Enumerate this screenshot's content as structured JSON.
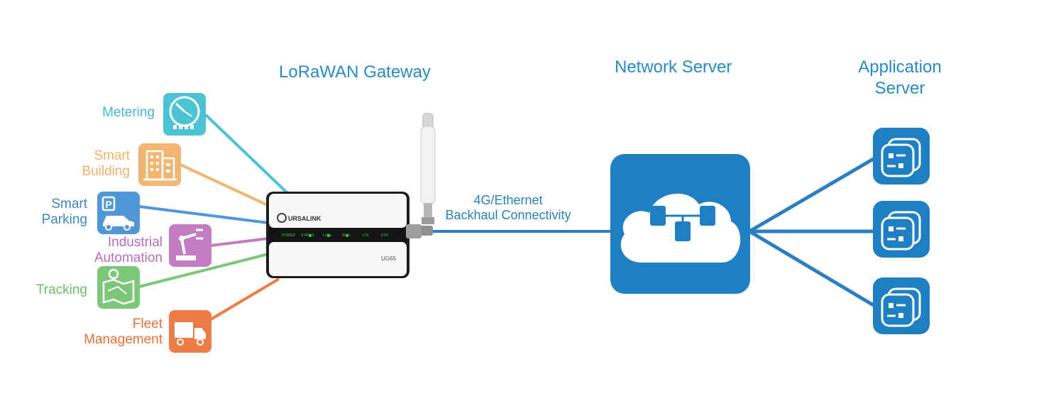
{
  "headings": {
    "gateway": "LoRaWAN Gateway",
    "network_server": "Network Server",
    "application_server_line1": "Application",
    "application_server_line2": "Server"
  },
  "backhaul": {
    "line1": "4G/Ethernet",
    "line2": "Backhaul Connectivity"
  },
  "applications": [
    {
      "label": [
        "Metering"
      ],
      "icon": "meter-icon",
      "color": "#4cc3d5"
    },
    {
      "label": [
        "Smart",
        "Building"
      ],
      "icon": "building-icon",
      "color": "#f1b772"
    },
    {
      "label": [
        "Smart",
        "Parking"
      ],
      "icon": "parking-icon",
      "color": "#4f97d6"
    },
    {
      "label": [
        "Industrial",
        "Automation"
      ],
      "icon": "robot-arm-icon",
      "color": "#c47cc1"
    },
    {
      "label": [
        "Tracking"
      ],
      "icon": "map-icon",
      "color": "#7cc77a"
    },
    {
      "label": [
        "Fleet",
        "Management"
      ],
      "icon": "truck-icon",
      "color": "#ec7d46"
    }
  ],
  "gateway_device": {
    "brand": "URSALINK",
    "model": "UG65",
    "leds": [
      "POWER",
      "STATUS",
      "LoRa",
      "Wi-Fi",
      "LTE",
      "ETH"
    ]
  },
  "colors": {
    "heading_blue": "#2a8ac4",
    "server_blue": "#1e7fc3",
    "link_blue": "#2b7fc1"
  }
}
